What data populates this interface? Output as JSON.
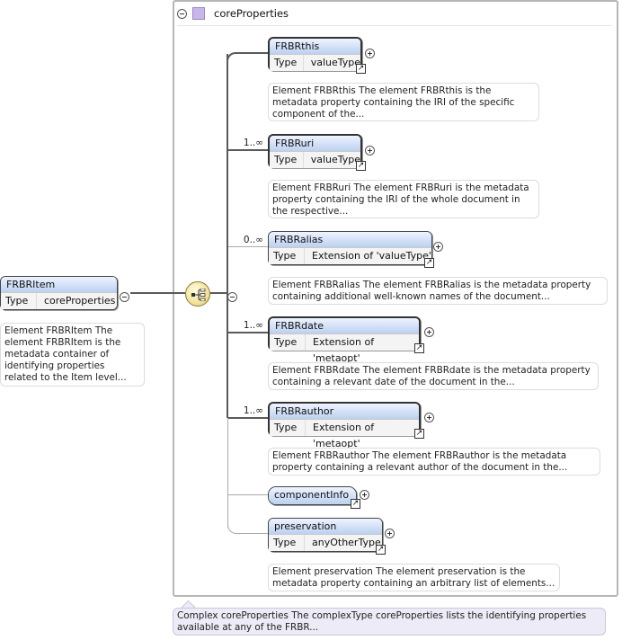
{
  "group": {
    "label": "coreProperties"
  },
  "root": {
    "name": "FRBRItem",
    "type_key": "Type",
    "type_value": "coreProperties",
    "doc": "Element FRBRItem The element FRBRItem is the metadata container of identifying properties related to the Item level..."
  },
  "children": [
    {
      "name": "FRBRthis",
      "type_key": "Type",
      "type_value": "valueType",
      "card": "",
      "doc": "Element FRBRthis The element FRBRthis is the metadata property containing the IRI of the specific component of the..."
    },
    {
      "name": "FRBRuri",
      "type_key": "Type",
      "type_value": "valueType",
      "card": "1..∞",
      "doc": "Element FRBRuri The element FRBRuri is the metadata property containing the IRI of the whole document in the respective..."
    },
    {
      "name": "FRBRalias",
      "type_key": "Type",
      "type_value": "Extension of 'valueType'",
      "card": "0..∞",
      "doc": "Element FRBRalias The element FRBRalias is the metadata property containing additional well-known names of the document..."
    },
    {
      "name": "FRBRdate",
      "type_key": "Type",
      "type_value": "Extension of 'metaopt'",
      "card": "1..∞",
      "doc": "Element FRBRdate The element FRBRdate is the metadata property containing a relevant date of the document in the..."
    },
    {
      "name": "FRBRauthor",
      "type_key": "Type",
      "type_value": "Extension of 'metaopt'",
      "card": "1..∞",
      "doc": "Element FRBRauthor The element FRBRauthor is the metadata property containing a relevant author of the document in the..."
    },
    {
      "name": "componentInfo"
    },
    {
      "name": "preservation",
      "type_key": "Type",
      "type_value": "anyOtherType",
      "card": "",
      "doc": "Element preservation The element preservation is the metadata property containing an arbitrary list of elements..."
    }
  ],
  "complex_doc": "Complex coreProperties The complexType coreProperties lists the identifying properties available at any of the FRBR...",
  "icons": {
    "collapse": "minus-circle-icon",
    "expand": "plus-circle-icon",
    "reference": "reference-arrow-icon",
    "sequence": "sequence-compositor-icon",
    "type": "complex-type-icon"
  },
  "colors": {
    "element_header": "#bcd0f0",
    "complex_type": "#c9b7e8",
    "compositor": "#f3e29c",
    "doc_purple": "#ecebf6"
  }
}
